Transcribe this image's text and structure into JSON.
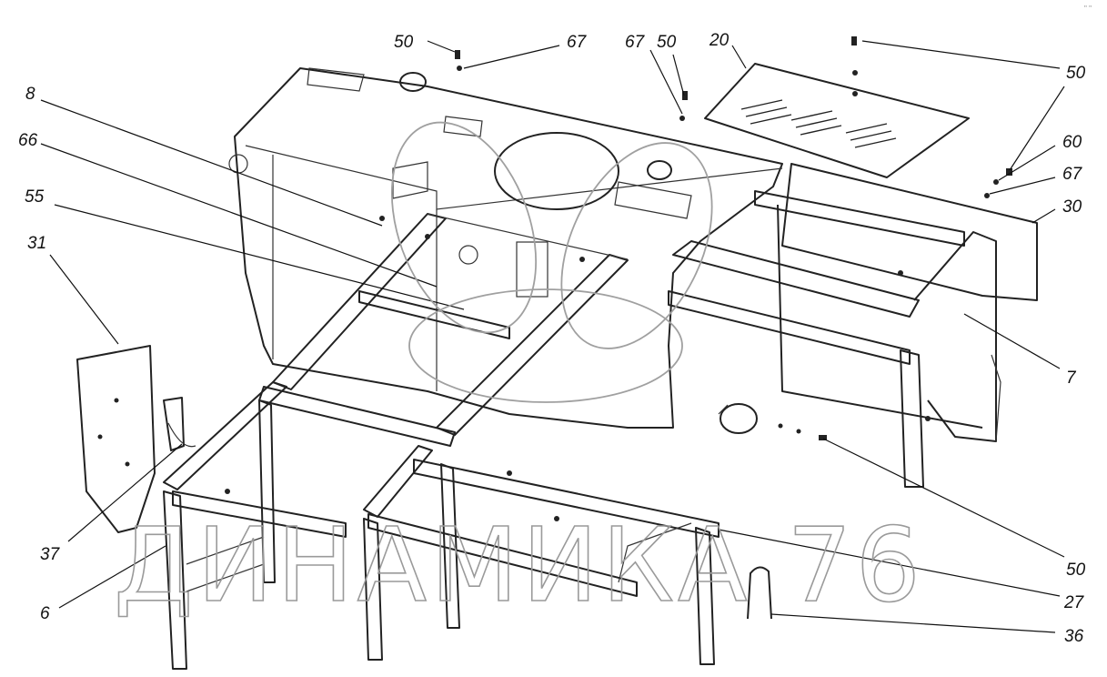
{
  "watermark": {
    "text": "ДИНАМИКА 76"
  },
  "corner_mark": "\" \"",
  "callouts": {
    "c50a": "50",
    "c67a": "67",
    "c67b": "67",
    "c50b": "50",
    "c20": "20",
    "c50c": "50",
    "c60": "60",
    "c67c": "67",
    "c30": "30",
    "c8": "8",
    "c66": "66",
    "c55": "55",
    "c31": "31",
    "c7": "7",
    "c37": "37",
    "c6": "6",
    "c50d": "50",
    "c27": "27",
    "c36": "36"
  }
}
